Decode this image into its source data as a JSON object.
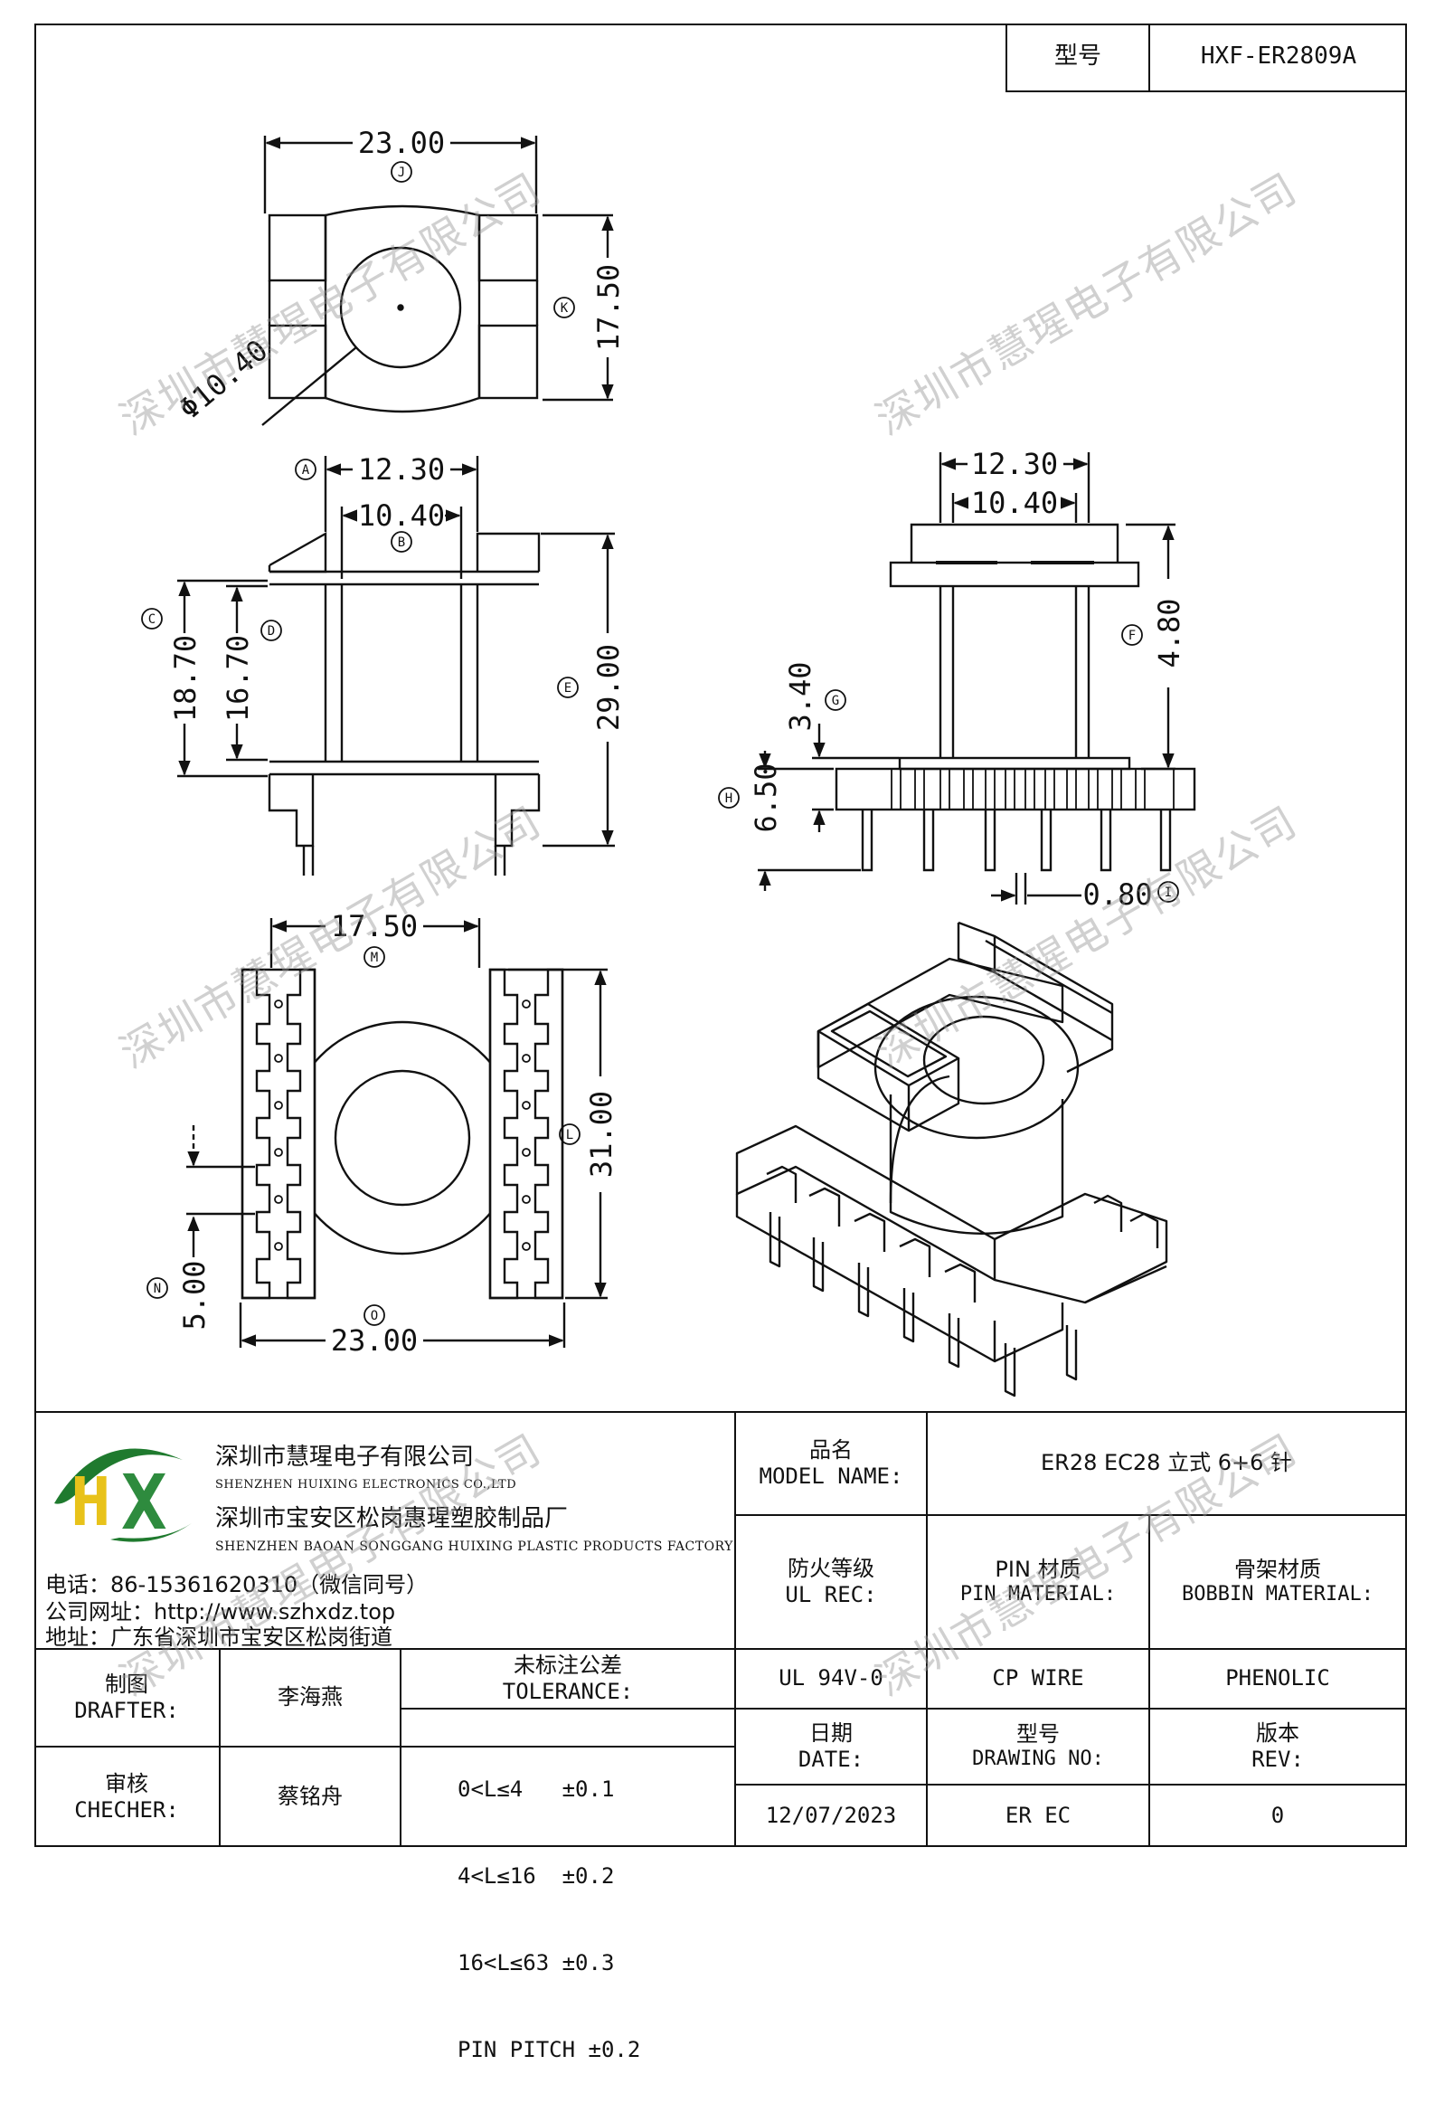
{
  "header": {
    "model_label": "型号",
    "model_value": "HXF-ER2809A"
  },
  "drawing": {
    "top_view": {
      "width": "23.00",
      "width_tag": "J",
      "height": "17.50",
      "height_tag": "K",
      "diameter": "Φ10.40"
    },
    "front_view": {
      "dim_a": "12.30",
      "tag_a": "A",
      "dim_b": "10.40",
      "tag_b": "B",
      "dim_c": "18.70",
      "tag_c": "C",
      "dim_d": "16.70",
      "tag_d": "D",
      "dim_e": "29.00",
      "tag_e": "E"
    },
    "side_view": {
      "dim_top": "12.30",
      "dim_inner": "10.40",
      "dim_f": "4.80",
      "tag_f": "F",
      "dim_g": "3.40",
      "tag_g": "G",
      "dim_h": "6.50",
      "tag_h": "H",
      "dim_i": "0.80",
      "tag_i": "I"
    },
    "bottom_view": {
      "dim_m": "17.50",
      "tag_m": "M",
      "dim_l": "31.00",
      "tag_l": "L",
      "dim_n": "5.00",
      "tag_n": "N",
      "dim_o": "23.00",
      "tag_o": "O"
    }
  },
  "watermark": "深圳市慧瑆电子有限公司",
  "company": {
    "name_cn": "深圳市慧瑆电子有限公司",
    "name_en": "SHENZHEN HUIXING ELECTRONICS CO.,LTD",
    "factory_cn": "深圳市宝安区松岗惠瑆塑胶制品厂",
    "factory_en": "SHENZHEN BAOAN SONGGANG HUIXING PLASTIC PRODUCTS FACTORY",
    "phone": "电话：86-15361620310（微信同号）",
    "website": "公司网址：http://www.szhxdz.top",
    "address": "地址：广东省深圳市宝安区松岗街道",
    "logo_letters": "HX",
    "logo_colors": {
      "h": "#e8c21a",
      "x": "#2e8b3e",
      "swoosh": "#1f7a2e"
    }
  },
  "title_block": {
    "model_name_cn": "品名",
    "model_name_en": "MODEL NAME:",
    "model_name_value": "ER28 EC28 立式 6+6 针",
    "ul_cn": "防火等级",
    "ul_en": "UL REC:",
    "pin_cn": "PIN 材质",
    "pin_en": "PIN MATERIAL:",
    "bobbin_cn": "骨架材质",
    "bobbin_en": "BOBBIN MATERIAL:",
    "ul_value": "UL 94V-0",
    "pin_value": "CP WIRE",
    "bobbin_value": "PHENOLIC",
    "drafter_cn": "制图",
    "drafter_en": "DRAFTER:",
    "drafter_name": "李海燕",
    "checker_cn": "审核",
    "checker_en": "CHECHER:",
    "checker_name": "蔡铭舟",
    "tolerance_cn": "未标注公差",
    "tolerance_en": "TOLERANCE:",
    "tolerance_lines": [
      "0<L≤4   ±0.1",
      "4<L≤16  ±0.2",
      "16<L≤63 ±0.3",
      "PIN PITCH ±0.2"
    ],
    "date_cn": "日期",
    "date_en": "DATE:",
    "date_value": "12/07/2023",
    "drawing_no_cn": "型号",
    "drawing_no_en": "DRAWING NO:",
    "drawing_no_value": "ER EC",
    "rev_cn": "版本",
    "rev_en": "REV:",
    "rev_value": "0"
  }
}
